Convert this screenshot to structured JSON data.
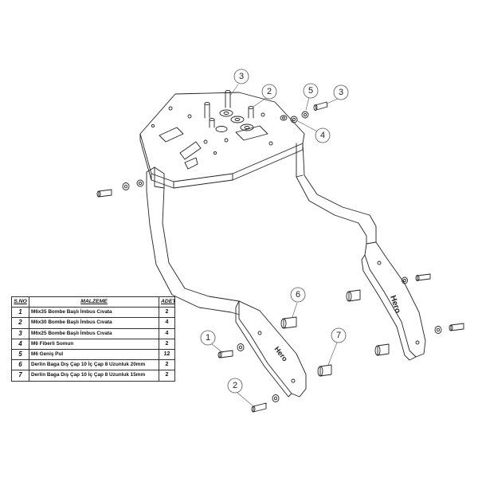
{
  "table": {
    "headers": [
      "S.NO",
      "MALZEME",
      "ADET"
    ],
    "rows": [
      {
        "no": "1",
        "name": "M6x35 Bombe Başlı İmbus Cıvata",
        "qty": "2"
      },
      {
        "no": "2",
        "name": "M6x30 Bombe Başlı İmbus Cıvata",
        "qty": "4"
      },
      {
        "no": "3",
        "name": "M6x25 Bombe Başlı İmbus Cıvata",
        "qty": "4"
      },
      {
        "no": "4",
        "name": "M6 Fiberli Somun",
        "qty": "2"
      },
      {
        "no": "5",
        "name": "M6 Geniş Pul",
        "qty": "12"
      },
      {
        "no": "6",
        "name": "Derlin Baga Dış Çap 10 İç Çap 8 Uzunluk 20mm",
        "qty": "2"
      },
      {
        "no": "7",
        "name": "Derlin Baga Dış Çap 10 İç Çap 8 Uzunluk 15mm",
        "qty": "2"
      }
    ]
  },
  "callouts": {
    "c1": "3",
    "c2": "2",
    "c3": "5",
    "c4": "3",
    "c5": "4",
    "c6": "6",
    "c7": "1",
    "c8": "7",
    "c9": "2"
  },
  "brand_mark": "Hero"
}
